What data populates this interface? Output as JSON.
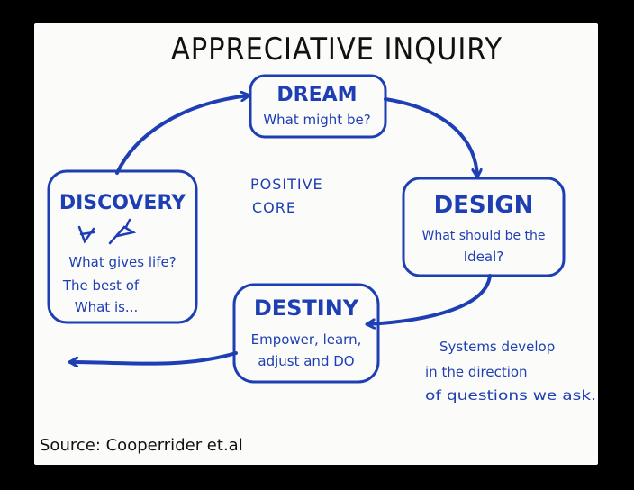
{
  "title": "APPRECIATIVE INQUIRY",
  "center_label": [
    "POSITIVE",
    "CORE"
  ],
  "stages": {
    "dream": {
      "title": "DREAM",
      "lines": [
        "What might be?"
      ]
    },
    "design": {
      "title": "DESIGN",
      "lines": [
        "What should be the",
        "Ideal?"
      ]
    },
    "destiny": {
      "title": "DESTINY",
      "lines": [
        "Empower, learn,",
        "adjust and DO"
      ]
    },
    "discovery": {
      "title": "DISCOVERY",
      "lines": [
        "What gives life?",
        "The best of",
        "What is..."
      ]
    }
  },
  "side_note": [
    "Systems develop",
    "in the direction",
    "of questions we ask."
  ],
  "source": "Source: Cooperrider et.al",
  "colors": {
    "ink_blue": "#1e3fb3",
    "ink_black": "#111111",
    "paper": "#fbfbfa",
    "frame": "#000000"
  }
}
